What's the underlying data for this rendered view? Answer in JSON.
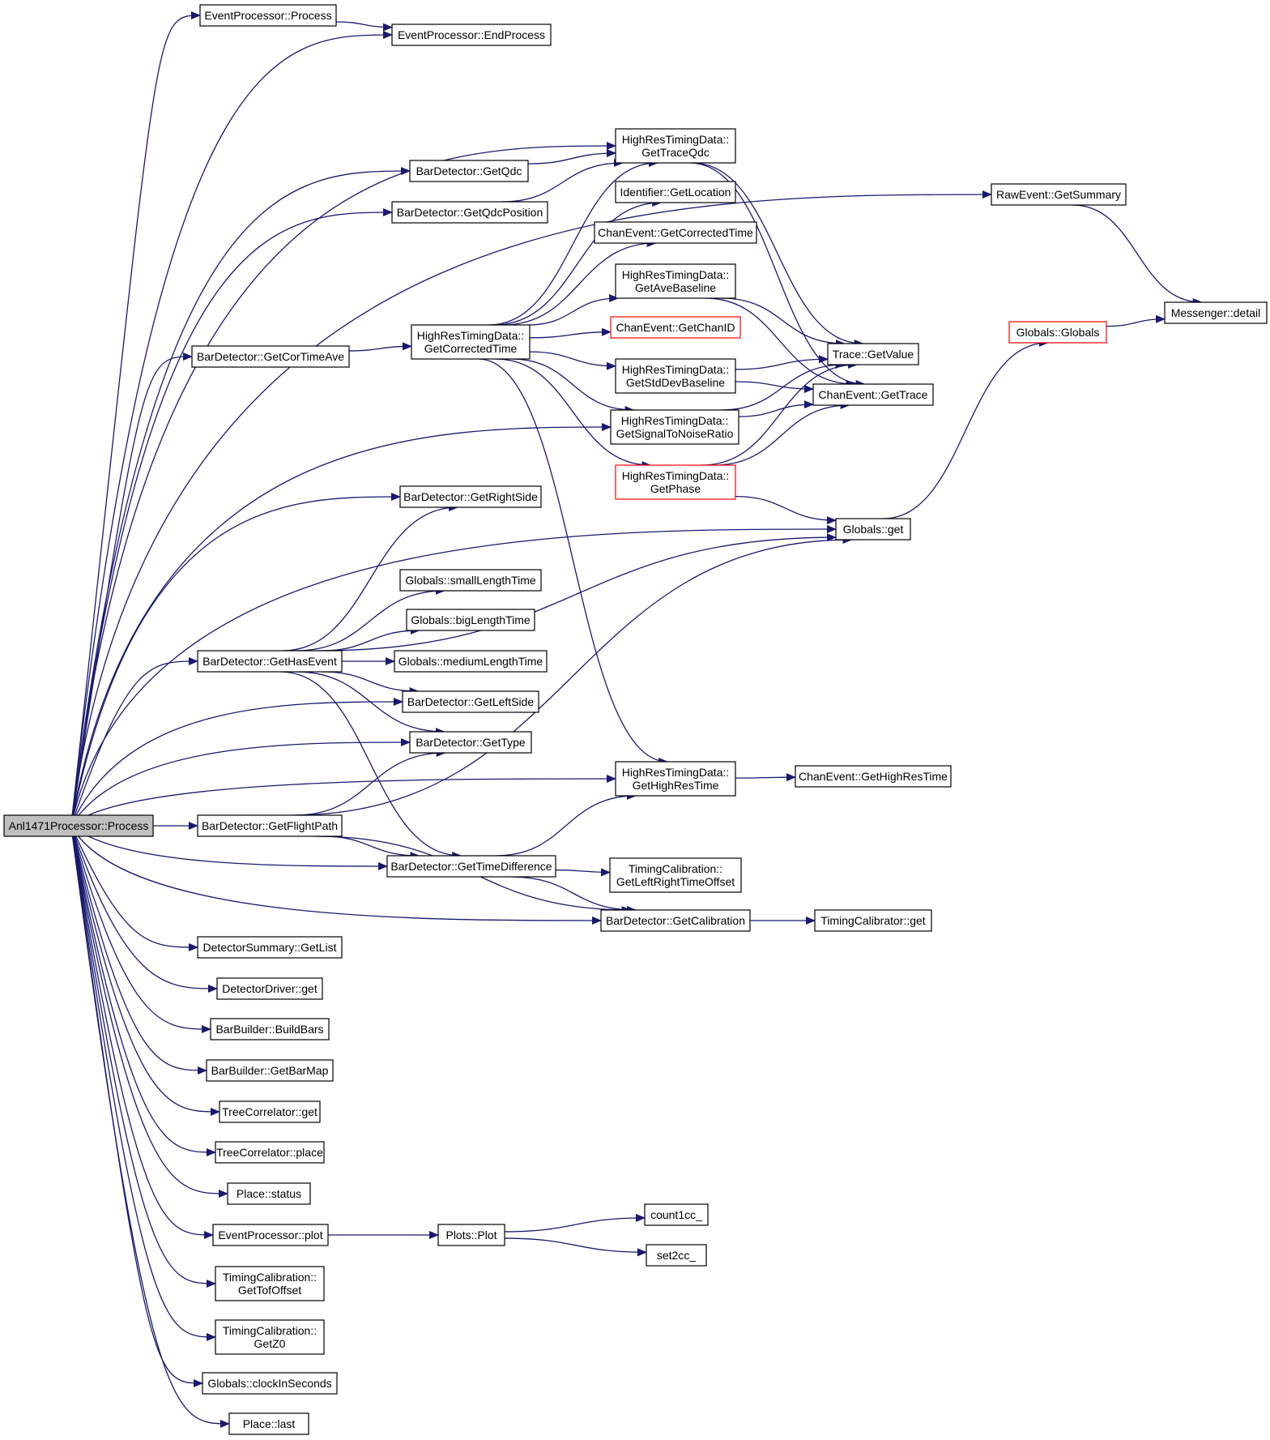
{
  "colors": {
    "edge": "#191970",
    "node_border": "#000000",
    "node_border_highlight": "#ff0000",
    "root_fill": "#bfbfbf",
    "background": "#ffffff"
  },
  "nodes": [
    {
      "id": "root",
      "lines": [
        "Anl1471Processor::Process"
      ]
    },
    {
      "id": "ep_process",
      "lines": [
        "EventProcessor::Process"
      ]
    },
    {
      "id": "ep_endprocess",
      "lines": [
        "EventProcessor::EndProcess"
      ]
    },
    {
      "id": "raw_getsummary",
      "lines": [
        "RawEvent::GetSummary"
      ]
    },
    {
      "id": "messenger_detail",
      "lines": [
        "Messenger::detail"
      ]
    },
    {
      "id": "hrt_gettraceqdc",
      "lines": [
        "HighResTimingData::",
        "GetTraceQdc"
      ]
    },
    {
      "id": "bd_getqdc",
      "lines": [
        "BarDetector::GetQdc"
      ]
    },
    {
      "id": "bd_getqdcposition",
      "lines": [
        "BarDetector::GetQdcPosition"
      ]
    },
    {
      "id": "id_getlocation",
      "lines": [
        "Identifier::GetLocation"
      ]
    },
    {
      "id": "ce_getcorrectedtime",
      "lines": [
        "ChanEvent::GetCorrectedTime"
      ]
    },
    {
      "id": "hrt_getavebaseline",
      "lines": [
        "HighResTimingData::",
        "GetAveBaseline"
      ]
    },
    {
      "id": "ce_getchanid",
      "lines": [
        "ChanEvent::GetChanID"
      ]
    },
    {
      "id": "globals_globals",
      "lines": [
        "Globals::Globals"
      ]
    },
    {
      "id": "trace_getvalue",
      "lines": [
        "Trace::GetValue"
      ]
    },
    {
      "id": "hrt_getcorrectedtime",
      "lines": [
        "HighResTimingData::",
        "GetCorrectedTime"
      ]
    },
    {
      "id": "bd_getcortimeave",
      "lines": [
        "BarDetector::GetCorTimeAve"
      ]
    },
    {
      "id": "hrt_getstddevbaseline",
      "lines": [
        "HighResTimingData::",
        "GetStdDevBaseline"
      ]
    },
    {
      "id": "ce_gettrace",
      "lines": [
        "ChanEvent::GetTrace"
      ]
    },
    {
      "id": "hrt_getsignaltonoise",
      "lines": [
        "HighResTimingData::",
        "GetSignalToNoiseRatio"
      ]
    },
    {
      "id": "hrt_getphase",
      "lines": [
        "HighResTimingData::",
        "GetPhase"
      ]
    },
    {
      "id": "bd_getrightside",
      "lines": [
        "BarDetector::GetRightSide"
      ]
    },
    {
      "id": "globals_get",
      "lines": [
        "Globals::get"
      ]
    },
    {
      "id": "globals_smalllengthtime",
      "lines": [
        "Globals::smallLengthTime"
      ]
    },
    {
      "id": "globals_biglengthtime",
      "lines": [
        "Globals::bigLengthTime"
      ]
    },
    {
      "id": "bd_gethasevent",
      "lines": [
        "BarDetector::GetHasEvent"
      ]
    },
    {
      "id": "globals_mediumlengthtime",
      "lines": [
        "Globals::mediumLengthTime"
      ]
    },
    {
      "id": "bd_getleftside",
      "lines": [
        "BarDetector::GetLeftSide"
      ]
    },
    {
      "id": "bd_gettype",
      "lines": [
        "BarDetector::GetType"
      ]
    },
    {
      "id": "hrt_gethighrestime",
      "lines": [
        "HighResTimingData::",
        "GetHighResTime"
      ]
    },
    {
      "id": "ce_gethighrestime",
      "lines": [
        "ChanEvent::GetHighResTime"
      ]
    },
    {
      "id": "bd_getflightpath",
      "lines": [
        "BarDetector::GetFlightPath"
      ]
    },
    {
      "id": "bd_gettimedifference",
      "lines": [
        "BarDetector::GetTimeDifference"
      ]
    },
    {
      "id": "tc_getleftrighttimeoffset",
      "lines": [
        "TimingCalibration::",
        "GetLeftRightTimeOffset"
      ]
    },
    {
      "id": "bd_getcalibration",
      "lines": [
        "BarDetector::GetCalibration"
      ]
    },
    {
      "id": "tcal_get",
      "lines": [
        "TimingCalibrator::get"
      ]
    },
    {
      "id": "ds_getlist",
      "lines": [
        "DetectorSummary::GetList"
      ]
    },
    {
      "id": "dd_get",
      "lines": [
        "DetectorDriver::get"
      ]
    },
    {
      "id": "bb_buildbars",
      "lines": [
        "BarBuilder::BuildBars"
      ]
    },
    {
      "id": "bb_getbarmap",
      "lines": [
        "BarBuilder::GetBarMap"
      ]
    },
    {
      "id": "tcor_get",
      "lines": [
        "TreeCorrelator::get"
      ]
    },
    {
      "id": "tcor_place",
      "lines": [
        "TreeCorrelator::place"
      ]
    },
    {
      "id": "place_status",
      "lines": [
        "Place::status"
      ]
    },
    {
      "id": "ep_plot",
      "lines": [
        "EventProcessor::plot"
      ]
    },
    {
      "id": "plots_plot",
      "lines": [
        "Plots::Plot"
      ]
    },
    {
      "id": "count1cc",
      "lines": [
        "count1cc_"
      ]
    },
    {
      "id": "set2cc",
      "lines": [
        "set2cc_"
      ]
    },
    {
      "id": "tc_gettofoffset",
      "lines": [
        "TimingCalibration::",
        "GetTofOffset"
      ]
    },
    {
      "id": "tc_getz0",
      "lines": [
        "TimingCalibration::",
        "GetZ0"
      ]
    },
    {
      "id": "globals_clockinseconds",
      "lines": [
        "Globals::clockInSeconds"
      ]
    },
    {
      "id": "place_last",
      "lines": [
        "Place::last"
      ]
    }
  ],
  "edges": [
    [
      "root",
      "ep_process"
    ],
    [
      "root",
      "ep_endprocess"
    ],
    [
      "root",
      "raw_getsummary"
    ],
    [
      "root",
      "bd_getqdc"
    ],
    [
      "root",
      "bd_getqdcposition"
    ],
    [
      "root",
      "hrt_gettraceqdc"
    ],
    [
      "root",
      "bd_getcortimeave"
    ],
    [
      "root",
      "hrt_getsignaltonoise"
    ],
    [
      "root",
      "globals_get"
    ],
    [
      "root",
      "bd_getrightside"
    ],
    [
      "root",
      "bd_gethasevent"
    ],
    [
      "root",
      "bd_getleftside"
    ],
    [
      "root",
      "bd_gettype"
    ],
    [
      "root",
      "hrt_gethighrestime"
    ],
    [
      "root",
      "bd_getflightpath"
    ],
    [
      "root",
      "bd_gettimedifference"
    ],
    [
      "root",
      "bd_getcalibration"
    ],
    [
      "root",
      "ds_getlist"
    ],
    [
      "root",
      "dd_get"
    ],
    [
      "root",
      "bb_buildbars"
    ],
    [
      "root",
      "bb_getbarmap"
    ],
    [
      "root",
      "tcor_get"
    ],
    [
      "root",
      "tcor_place"
    ],
    [
      "root",
      "place_status"
    ],
    [
      "root",
      "ep_plot"
    ],
    [
      "root",
      "tc_gettofoffset"
    ],
    [
      "root",
      "tc_getz0"
    ],
    [
      "root",
      "globals_clockinseconds"
    ],
    [
      "root",
      "place_last"
    ],
    [
      "ep_process",
      "ep_endprocess"
    ],
    [
      "raw_getsummary",
      "messenger_detail"
    ],
    [
      "bd_getqdc",
      "hrt_gettraceqdc"
    ],
    [
      "bd_getqdcposition",
      "hrt_gettraceqdc"
    ],
    [
      "hrt_gettraceqdc",
      "trace_getvalue"
    ],
    [
      "hrt_gettraceqdc",
      "ce_gettrace"
    ],
    [
      "hrt_getavebaseline",
      "trace_getvalue"
    ],
    [
      "hrt_getavebaseline",
      "ce_gettrace"
    ],
    [
      "hrt_getstddevbaseline",
      "trace_getvalue"
    ],
    [
      "hrt_getstddevbaseline",
      "ce_gettrace"
    ],
    [
      "hrt_getsignaltonoise",
      "trace_getvalue"
    ],
    [
      "hrt_getsignaltonoise",
      "ce_gettrace"
    ],
    [
      "hrt_getphase",
      "trace_getvalue"
    ],
    [
      "hrt_getphase",
      "ce_gettrace"
    ],
    [
      "hrt_getphase",
      "globals_get"
    ],
    [
      "globals_get",
      "globals_globals"
    ],
    [
      "globals_globals",
      "messenger_detail"
    ],
    [
      "bd_getcortimeave",
      "hrt_getcorrectedtime"
    ],
    [
      "hrt_getcorrectedtime",
      "hrt_gettraceqdc"
    ],
    [
      "hrt_getcorrectedtime",
      "id_getlocation"
    ],
    [
      "hrt_getcorrectedtime",
      "ce_getcorrectedtime"
    ],
    [
      "hrt_getcorrectedtime",
      "hrt_getavebaseline"
    ],
    [
      "hrt_getcorrectedtime",
      "ce_getchanid"
    ],
    [
      "hrt_getcorrectedtime",
      "hrt_getstddevbaseline"
    ],
    [
      "hrt_getcorrectedtime",
      "hrt_getsignaltonoise"
    ],
    [
      "hrt_getcorrectedtime",
      "hrt_getphase"
    ],
    [
      "hrt_getcorrectedtime",
      "hrt_gethighrestime"
    ],
    [
      "bd_gethasevent",
      "bd_getrightside"
    ],
    [
      "bd_gethasevent",
      "globals_smalllengthtime"
    ],
    [
      "bd_gethasevent",
      "globals_biglengthtime"
    ],
    [
      "bd_gethasevent",
      "globals_mediumlengthtime"
    ],
    [
      "bd_gethasevent",
      "globals_get"
    ],
    [
      "bd_gethasevent",
      "bd_getleftside"
    ],
    [
      "bd_gethasevent",
      "bd_gettype"
    ],
    [
      "bd_gethasevent",
      "bd_gettimedifference"
    ],
    [
      "hrt_gethighrestime",
      "ce_gethighrestime"
    ],
    [
      "bd_getflightpath",
      "bd_gettype"
    ],
    [
      "bd_getflightpath",
      "globals_get"
    ],
    [
      "bd_getflightpath",
      "bd_gettimedifference"
    ],
    [
      "bd_getflightpath",
      "bd_getcalibration"
    ],
    [
      "bd_gettimedifference",
      "hrt_gethighrestime"
    ],
    [
      "bd_gettimedifference",
      "tc_getleftrighttimeoffset"
    ],
    [
      "bd_gettimedifference",
      "bd_getcalibration"
    ],
    [
      "bd_getcalibration",
      "tcal_get"
    ],
    [
      "ep_plot",
      "plots_plot"
    ],
    [
      "plots_plot",
      "count1cc"
    ],
    [
      "plots_plot",
      "set2cc"
    ]
  ]
}
